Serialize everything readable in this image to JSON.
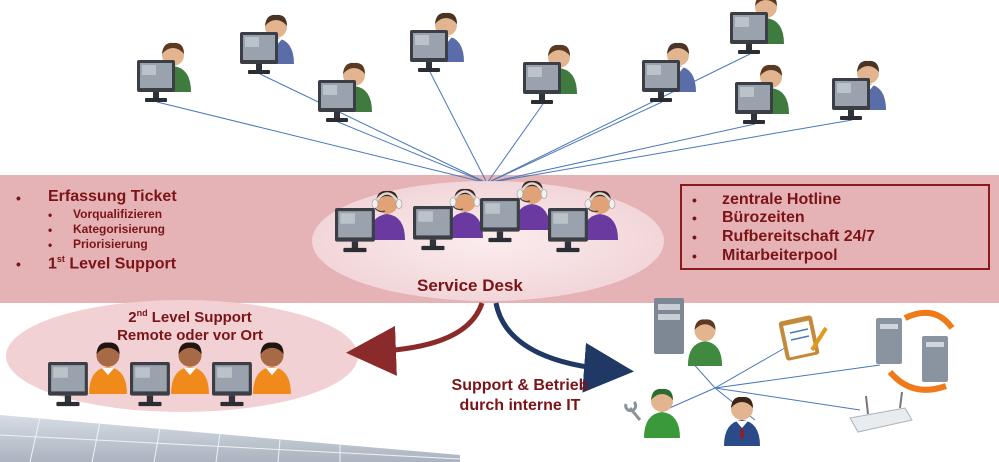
{
  "left_list": {
    "item1": "Erfassung Ticket",
    "sub_items": [
      "Vorqualifizieren",
      "Kategorisierung",
      "Priorisierung"
    ],
    "item2_pre": "1",
    "item2_sup": "st",
    "item2_post": " Level Support"
  },
  "service_desk": {
    "label": "Service Desk"
  },
  "right_box": {
    "items": [
      "zentrale Hotline",
      "Bürozeiten",
      "Rufbereitschaft 24/7",
      "Mitarbeiterpool"
    ]
  },
  "second_level": {
    "line1_pre": "2",
    "line1_sup": "nd",
    "line1_post": " Level Support",
    "line2": "Remote oder vor Ort"
  },
  "support_it": {
    "line1": "Support & Betrieb",
    "line2": "durch interne IT"
  },
  "colors": {
    "band": "#e5b3b6",
    "text": "#7b1417",
    "arrow_left": "#8b2a2a",
    "arrow_right": "#1f3864",
    "connector": "#4a78b8"
  },
  "icons": {
    "users": "user-at-computer-icon",
    "agents": "headset-agent-icon",
    "second_level": "support-technician-icon",
    "it": [
      "server-icon",
      "clipboard-icon",
      "server-sync-icon",
      "router-icon",
      "technician-icon",
      "business-user-icon"
    ]
  }
}
